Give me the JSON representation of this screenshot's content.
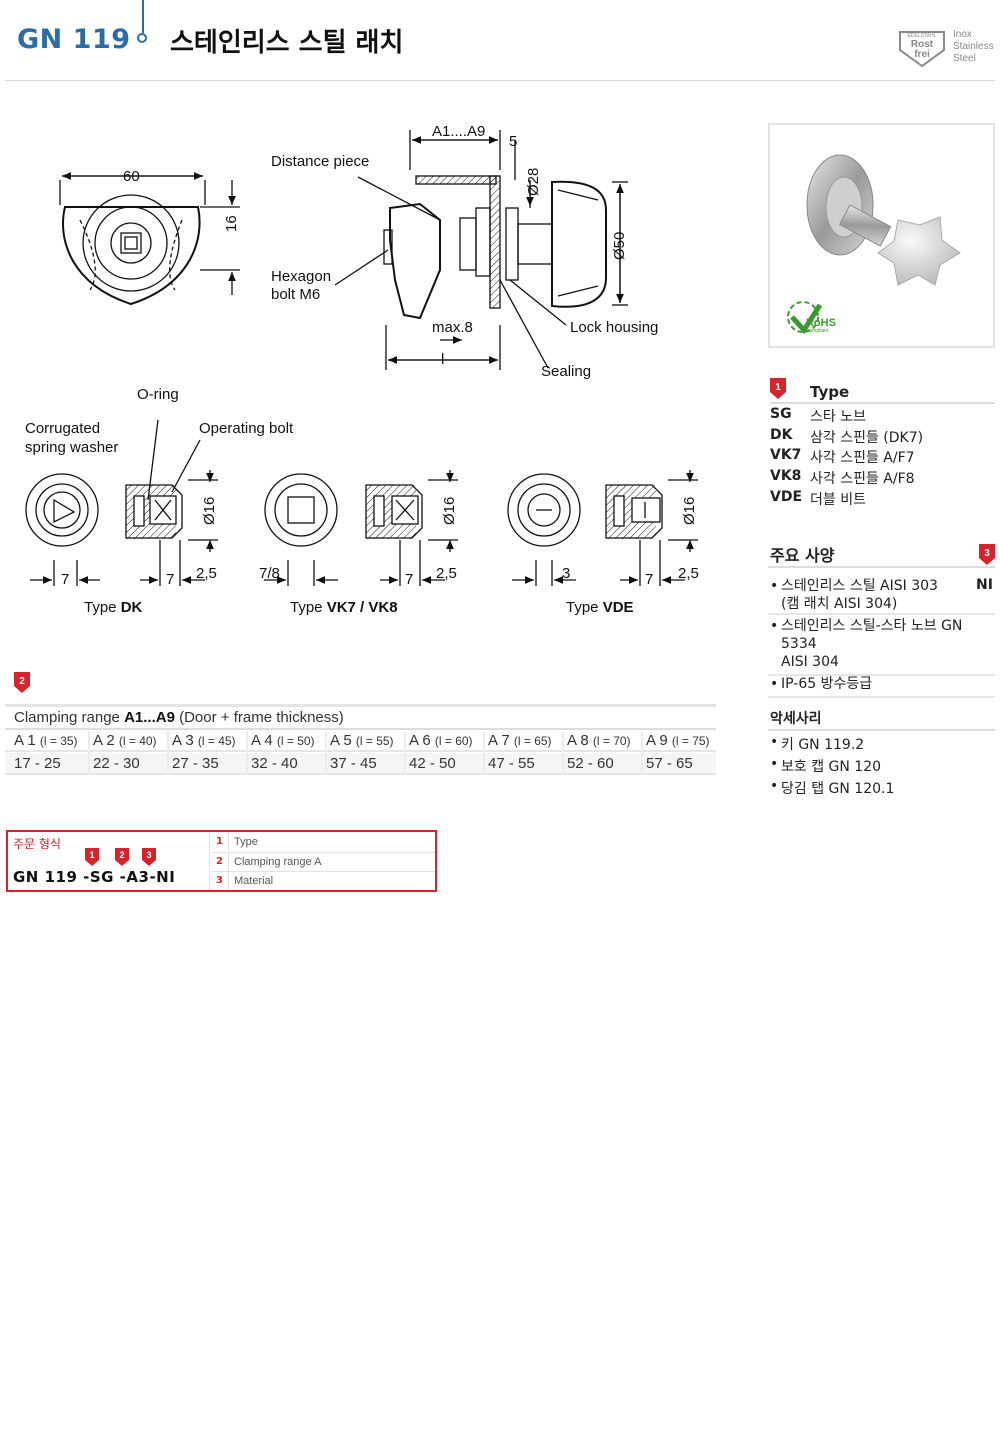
{
  "header": {
    "code": "GN 119",
    "title": "스테인리스 스틸 래치",
    "logo_text": [
      "EDELSTAHL",
      "Rost",
      "frei"
    ],
    "material_note": [
      "Inox",
      "Stainless",
      "Steel"
    ]
  },
  "drawing_labels": {
    "width_60": "60",
    "dim_16": "16",
    "distance_piece": "Distance piece",
    "hexagon_bolt": [
      "Hexagon",
      "bolt M6"
    ],
    "a_range": "A1....A9",
    "dim_5": "5",
    "dia_28": "Ø28",
    "dia_50": "Ø50",
    "max8": "max.8",
    "l": "l",
    "lock_housing": "Lock housing",
    "sealing": "Sealing",
    "o_ring": "O-ring",
    "corrugated": [
      "Corrugated",
      "spring washer"
    ],
    "operating_bolt": "Operating bolt",
    "dia_16": "Ø16",
    "dim_7": "7",
    "dim_7_8": "7/8",
    "dim_3": "3",
    "dim_2_5": "2,5",
    "type_prefix": "Type",
    "type_dk": "DK",
    "type_vk": "VK7 / VK8",
    "type_vde": "VDE"
  },
  "badges": {
    "one": "1",
    "two": "2",
    "three": "3"
  },
  "types": {
    "heading": "Type",
    "items": [
      {
        "code": "SG",
        "desc": "스타 노브"
      },
      {
        "code": "DK",
        "desc": "삼각 스핀들 (DK7)"
      },
      {
        "code": "VK7",
        "desc": "사각 스핀들 A/F7"
      },
      {
        "code": "VK8",
        "desc": "사각 스핀들 A/F8"
      },
      {
        "code": "VDE",
        "desc": "더블 비트"
      }
    ]
  },
  "specs": {
    "heading": "주요 사양",
    "items": [
      [
        "스테인리스 스틸 AISI 303",
        "(캠 래치 AISI 304)"
      ],
      [
        "스테인리스 스틸-스타 노브 GN",
        "5334",
        "AISI 304"
      ],
      [
        "IP-65 방수등급"
      ]
    ],
    "ni": "NI"
  },
  "accessories": {
    "heading": "악세사리",
    "items": [
      "키 GN 119.2",
      "보호 캡 GN 120",
      "당김 탭 GN 120.1"
    ]
  },
  "clamping": {
    "title_prefix": "Clamping range",
    "title_bold": "A1...A9",
    "title_suffix": "(Door + frame thickness)",
    "headers": [
      {
        "a": "A 1",
        "l": "(l = 35)"
      },
      {
        "a": "A 2",
        "l": "(l = 40)"
      },
      {
        "a": "A 3",
        "l": "(l = 45)"
      },
      {
        "a": "A 4",
        "l": "(l = 50)"
      },
      {
        "a": "A 5",
        "l": "(l = 55)"
      },
      {
        "a": "A 6",
        "l": "(l = 60)"
      },
      {
        "a": "A 7",
        "l": "(l = 65)"
      },
      {
        "a": "A 8",
        "l": "(l = 70)"
      },
      {
        "a": "A 9",
        "l": "(l = 75)"
      }
    ],
    "values": [
      "17 - 25",
      "22 - 30",
      "27 - 35",
      "32 - 40",
      "37 - 45",
      "42 - 50",
      "47 - 55",
      "52 - 60",
      "57 - 65"
    ]
  },
  "order": {
    "label": "주문 형식",
    "code": "GN  119 -SG -A3-NI",
    "rows": [
      {
        "n": "1",
        "label": "Type"
      },
      {
        "n": "2",
        "label": "Clamping range A"
      },
      {
        "n": "3",
        "label": "Material"
      }
    ]
  },
  "rohs": {
    "text": "RoHS",
    "sub": "compliant"
  },
  "colors": {
    "brand_blue": "#2b6ca7",
    "badge_red": "#d8232a"
  }
}
